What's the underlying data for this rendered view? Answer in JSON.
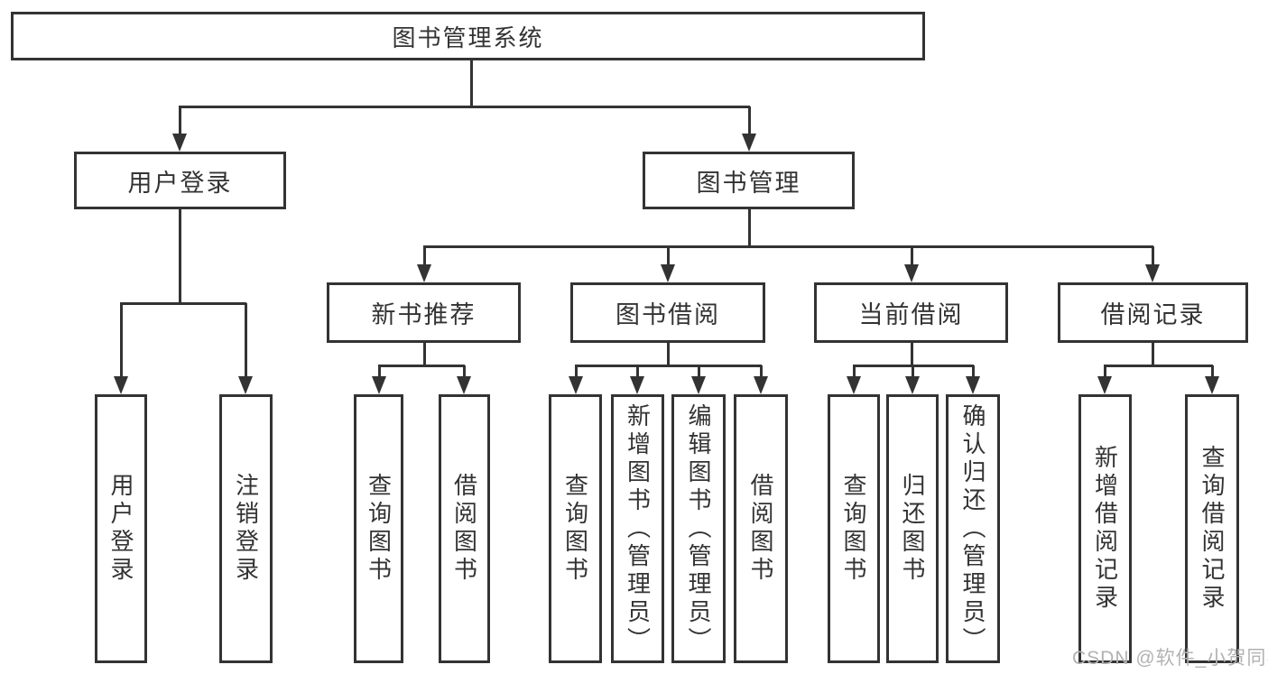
{
  "tree": {
    "label": "图书管理系统",
    "children": [
      {
        "label": "用户登录",
        "children": [
          {
            "label": "用户登录"
          },
          {
            "label": "注销登录"
          }
        ]
      },
      {
        "label": "图书管理",
        "children": [
          {
            "label": "新书推荐",
            "children": [
              {
                "label": "查询图书"
              },
              {
                "label": "借阅图书"
              }
            ]
          },
          {
            "label": "图书借阅",
            "children": [
              {
                "label": "查询图书"
              },
              {
                "label": "新增图书（管理员）"
              },
              {
                "label": "编辑图书（管理员）"
              },
              {
                "label": "借阅图书"
              }
            ]
          },
          {
            "label": "当前借阅",
            "children": [
              {
                "label": "查询图书"
              },
              {
                "label": "归还图书"
              },
              {
                "label": "确认归还（管理员）"
              }
            ]
          },
          {
            "label": "借阅记录",
            "children": [
              {
                "label": "新增借阅记录"
              },
              {
                "label": "查询借阅记录"
              }
            ]
          }
        ]
      }
    ]
  },
  "watermark": {
    "text": "CSDN @软件_小贺同学",
    "color": "#b2b2b2"
  },
  "colors": {
    "line": "#333333",
    "box_border": "#333333",
    "box_fill": "#ffffff",
    "text": "#333333",
    "background": "#ffffff"
  }
}
